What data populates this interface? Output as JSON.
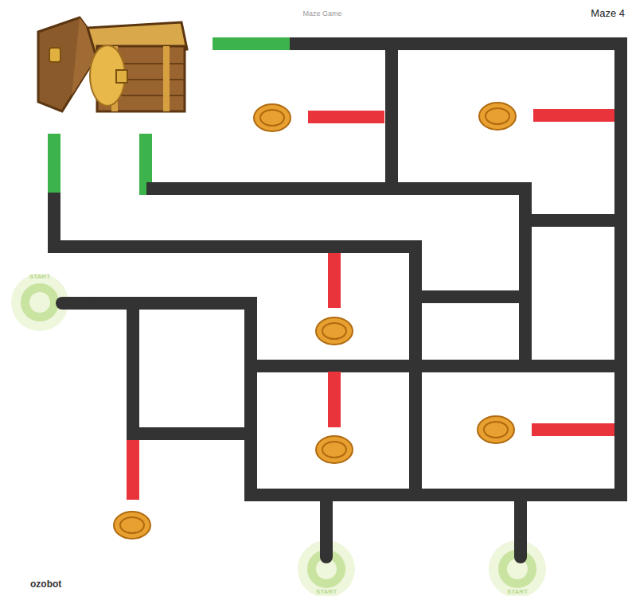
{
  "diagram": {
    "labels": [
      "Maze Game",
      "Maze 4",
      "START",
      "START",
      "START",
      "ozobot"
    ]
  }
}
